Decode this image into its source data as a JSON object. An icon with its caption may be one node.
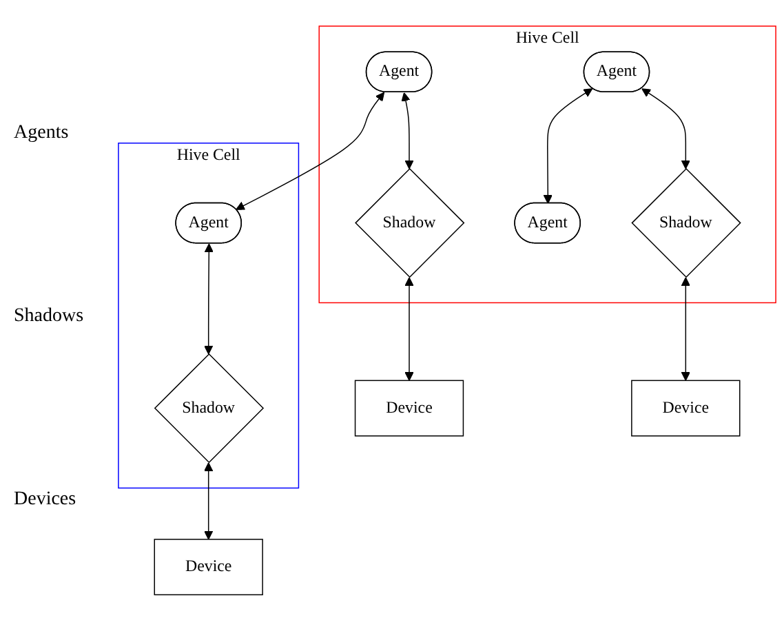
{
  "diagram": {
    "nodes": [
      {
        "text": [
          "Hive Cell"
        ]
      },
      {
        "text": [
          "Agent"
        ],
        "in": 0
      },
      {
        "text": [
          "Agent"
        ],
        "in": 0
      },
      {
        "text": [
          "Agent"
        ],
        "in": 0
      },
      {
        "text": [
          "Shadow"
        ],
        "in": 0
      },
      {
        "text": [
          "Shadow"
        ],
        "in": 0
      },
      {
        "text": [
          "Hive Cell"
        ]
      },
      {
        "text": [
          "Agent"
        ],
        "in": 6
      },
      {
        "text": [
          "Shadow"
        ],
        "in": 6
      },
      {
        "text": [
          "Device"
        ]
      },
      {
        "text": [
          "Device"
        ]
      },
      {
        "text": [
          "Device"
        ]
      }
    ],
    "edges": [
      {
        "from": 1,
        "to": 7,
        "arrow": "both"
      },
      {
        "from": 2,
        "to": 3,
        "arrow": "both"
      },
      {
        "from": 1,
        "to": 4,
        "arrow": "both"
      },
      {
        "from": 2,
        "to": 5,
        "arrow": "both"
      },
      {
        "from": 7,
        "to": 8,
        "arrow": "both"
      },
      {
        "from": 4,
        "to": 9,
        "arrow": "both"
      },
      {
        "from": 5,
        "to": 10,
        "arrow": "both"
      },
      {
        "from": 8,
        "to": 11,
        "arrow": "both"
      }
    ],
    "labels": [
      "Agents",
      "Shadows",
      "Devices"
    ]
  }
}
